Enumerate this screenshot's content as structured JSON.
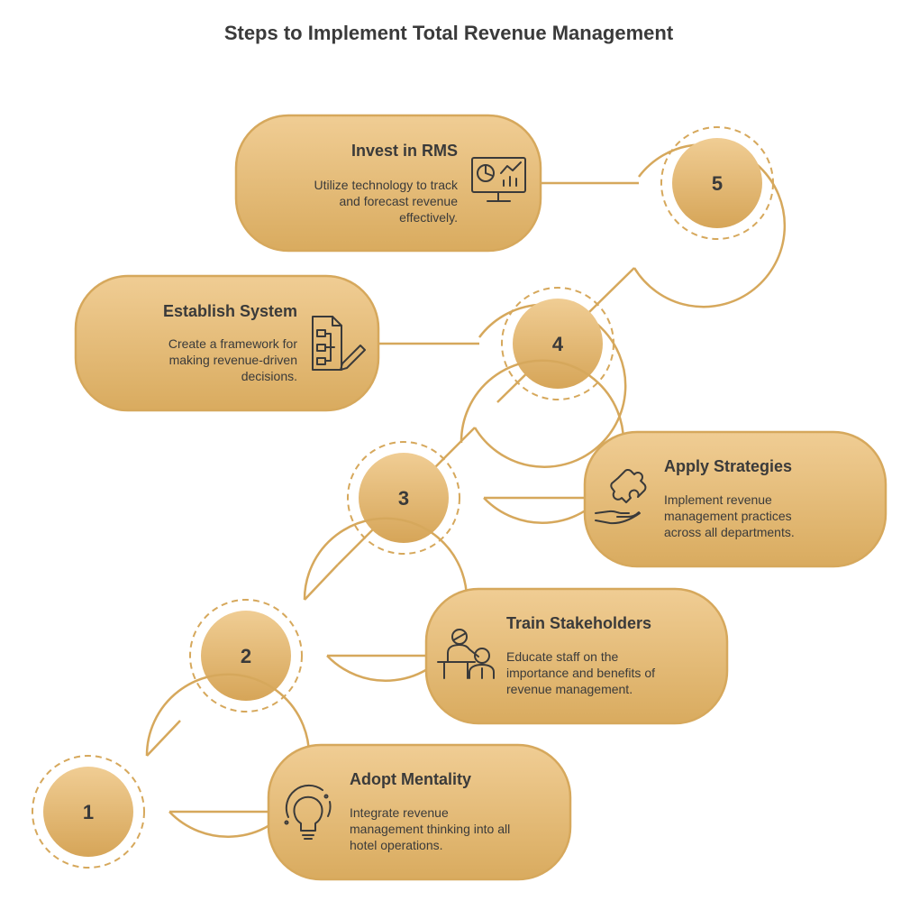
{
  "title": "Steps to Implement Total Revenue Management",
  "colors": {
    "card_fill_top": "#f0cd94",
    "card_fill_bottom": "#d9ab5f",
    "stroke": "#d6a85c",
    "text": "#3a3a3a"
  },
  "steps": [
    {
      "number": "1",
      "title": "Adopt Mentality",
      "desc": [
        "Integrate revenue",
        "management thinking into all",
        "hotel operations."
      ],
      "icon": "lightbulb-icon"
    },
    {
      "number": "2",
      "title": "Train Stakeholders",
      "desc": [
        "Educate staff on the",
        "importance and benefits of",
        "revenue management."
      ],
      "icon": "training-people-icon"
    },
    {
      "number": "3",
      "title": "Apply Strategies",
      "desc": [
        "Implement revenue",
        "management practices",
        "across all departments."
      ],
      "icon": "puzzle-hand-icon"
    },
    {
      "number": "4",
      "title": "Establish System",
      "desc": [
        "Create a framework for",
        "making revenue-driven",
        "decisions."
      ],
      "icon": "document-flowchart-icon"
    },
    {
      "number": "5",
      "title": "Invest in RMS",
      "desc": [
        "Utilize technology to track",
        "and forecast revenue",
        "effectively."
      ],
      "icon": "monitor-analytics-icon"
    }
  ]
}
